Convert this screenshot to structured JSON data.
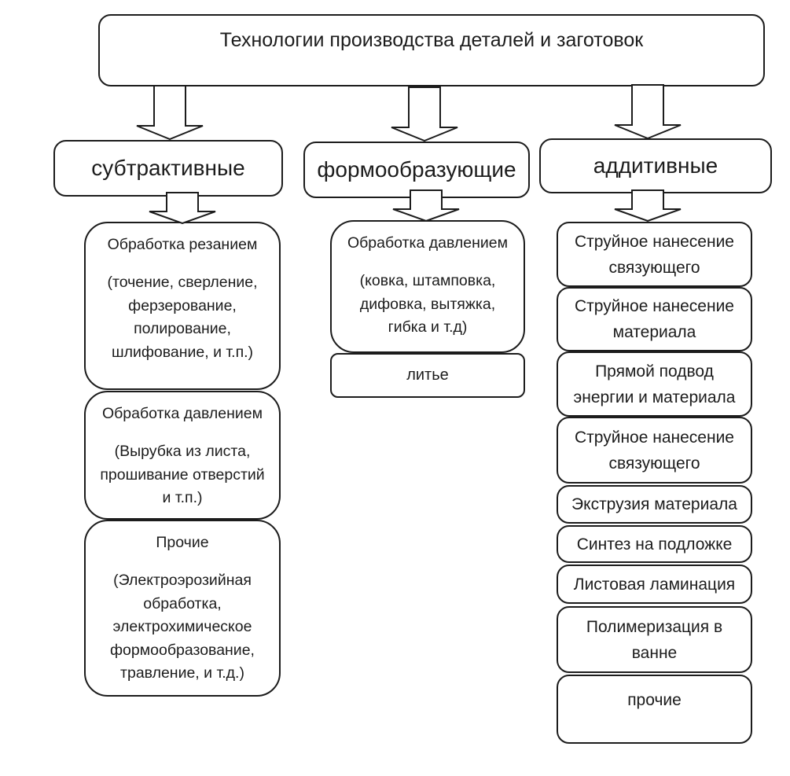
{
  "root": {
    "title": "Технологии производства деталей и заготовок"
  },
  "branches": {
    "subtractive": {
      "label": "субтрактивные"
    },
    "forming": {
      "label": "формообразующие"
    },
    "additive": {
      "label": "аддитивные"
    }
  },
  "subtractive": {
    "cutting": {
      "title": "Обработка резанием",
      "lines": [
        "(точение, сверление,",
        "ферзерование,",
        "полирование,",
        "шлифование, и т.п.)"
      ]
    },
    "pressing": {
      "title": "Обработка давлением",
      "lines": [
        "(Вырубка из листа,",
        "прошивание отверстий",
        "и т.п.)"
      ]
    },
    "other": {
      "title": "Прочие",
      "lines": [
        "(Электроэрозийная",
        "обработка,",
        "электрохимическое",
        "формообразование,",
        "травление, и т.д.)"
      ]
    }
  },
  "forming": {
    "pressing": {
      "title": "Обработка давлением",
      "lines": [
        "(ковка, штамповка,",
        "дифовка, вытяжка,",
        "гибка и т.д)"
      ]
    },
    "casting": {
      "title": "литье"
    }
  },
  "additive": {
    "items": [
      {
        "lines": [
          "Струйное нанесение",
          "связующего"
        ]
      },
      {
        "lines": [
          "Струйное нанесение",
          "материала"
        ]
      },
      {
        "lines": [
          "Прямой подвод",
          "энергии и материала"
        ]
      },
      {
        "lines": [
          "Струйное нанесение",
          "связующего"
        ]
      },
      {
        "lines": [
          "Экструзия материала"
        ]
      },
      {
        "lines": [
          "Синтез на подложке"
        ]
      },
      {
        "lines": [
          "Листовая ламинация"
        ]
      },
      {
        "lines": [
          "Полимеризация в",
          "ванне"
        ]
      },
      {
        "lines": [
          "прочие"
        ]
      }
    ]
  },
  "colors": {
    "line": "#1c1c1c",
    "background": "#ffffff",
    "text": "#1c1c1c"
  }
}
